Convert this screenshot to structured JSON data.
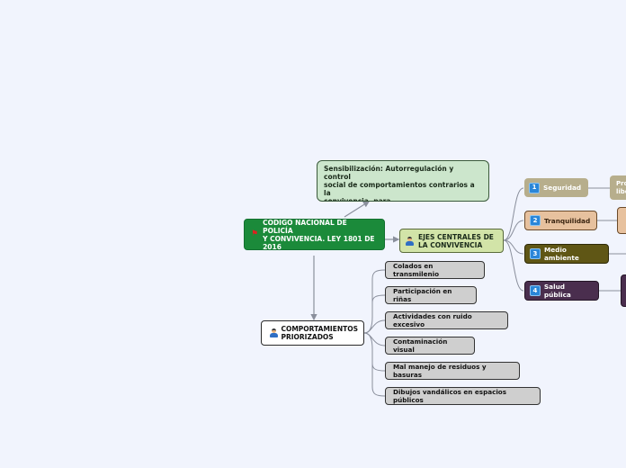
{
  "central": {
    "label": "CÓDIGO NACIONAL DE POLICÍA\nY CONVIVENCIA. LEY 1801 DE\n2016",
    "icon": "red-flag-icon"
  },
  "sensibilizacion": {
    "label": "Sensibilización:  Autorregulación y control\nsocial de comportamientos contrarios a la\nconvivencia, para\n alcanzar armonía social."
  },
  "ejes": {
    "label": "EJES CENTRALES DE\nLA CONVIVENCIA",
    "icon": "police-officer-icon",
    "items": [
      {
        "num": "1",
        "label": "Seguridad",
        "next": "Pro\nlibe"
      },
      {
        "num": "2",
        "label": "Tranquilidad",
        "next": ""
      },
      {
        "num": "3",
        "label": "Medio ambiente",
        "next": ""
      },
      {
        "num": "4",
        "label": "Salud pública",
        "next": ""
      }
    ]
  },
  "comportamientos": {
    "label": "COMPORTAMIENTOS\nPRIORIZADOS",
    "icon": "police-officer-icon",
    "items": [
      "Colados en transmilenio",
      "Participación en riñas",
      "Actividades con ruido excesivo",
      "Contaminación visual",
      "Mal manejo de residuos y basuras",
      "Dibujos vandálicos en espacios públicos"
    ]
  },
  "colors": {
    "background": "#f1f4fd",
    "central": "#1b8a3a",
    "sensibilizacion": "#cce6cc",
    "ejes": "#d2e4a8",
    "seguridad": "#b7ae8c",
    "tranquilidad": "#e7c19e",
    "medio_ambiente": "#5f5615",
    "salud_publica": "#4a2e4e",
    "leaf": "#cfcfcf"
  }
}
